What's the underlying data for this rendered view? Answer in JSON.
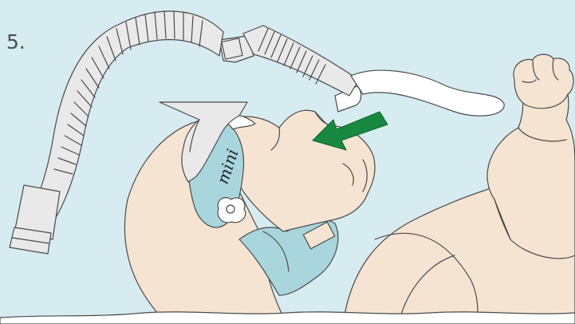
{
  "step": {
    "number": "5."
  },
  "device": {
    "brand_text": "mini"
  },
  "colors": {
    "background": "#d6ecf1",
    "skin": "#f6e4d2",
    "outline": "#4a4a4a",
    "mask_cup": "#a9d6dd",
    "tubing": "#e9e9e9",
    "arrow": "#178a3f",
    "bedding": "#ffffff"
  },
  "icons": [
    "step-number",
    "manikin-head",
    "mask-cup",
    "corrugated-tube",
    "direction-arrow"
  ]
}
